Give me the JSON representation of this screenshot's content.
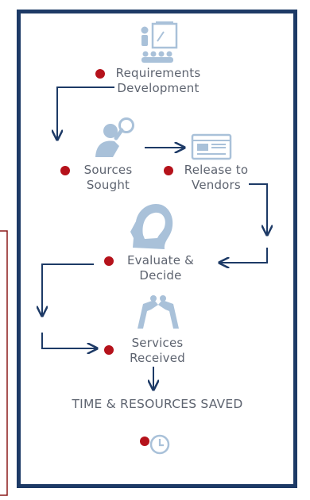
{
  "diagram": {
    "colors": {
      "frame": "#1d3a66",
      "arrow": "#1d3a66",
      "bullet": "#b5121b",
      "icon": "#a9c1d9",
      "side_bracket": "#8b1a1a",
      "text": "#5e6470"
    },
    "steps": [
      {
        "label_line1": "Requirements",
        "label_line2": "Development",
        "icon": "presentation-icon"
      },
      {
        "label_line1": "Sources",
        "label_line2": "Sought",
        "icon": "person-search-icon"
      },
      {
        "label_line1": "Release to",
        "label_line2": "Vendors",
        "icon": "browser-document-icon"
      },
      {
        "label_line1": "Evaluate &",
        "label_line2": "Decide",
        "icon": "head-profile-icon"
      },
      {
        "label_line1": "Services",
        "label_line2": "Received",
        "icon": "handshake-icon"
      }
    ],
    "footer": {
      "text": "TIME & RESOURCES SAVED",
      "icon": "clock-icon"
    }
  }
}
